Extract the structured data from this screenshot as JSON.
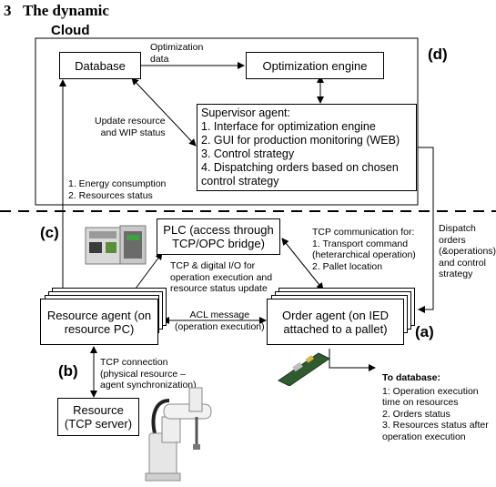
{
  "heading": "3   The dynamic",
  "cloud": {
    "title": "Cloud",
    "database": "Database",
    "optimization_engine": "Optimization engine",
    "optimization_data": "Optimization\ndata",
    "update_label": "Update resource\nand WIP status",
    "left_label": "1. Energy consumption\n2. Resources status",
    "supervisor": {
      "title": "Supervisor agent:",
      "items": [
        "1. Interface for optimization engine",
        "2. GUI for production monitoring (WEB)",
        "3. Control strategy",
        "4. Dispatching orders based on chosen control strategy"
      ]
    }
  },
  "dispatch_label": "Dispatch\norders\n(&operations)\nand control\nstrategy",
  "plc": "PLC (access through\nTCP/OPC bridge)",
  "tcp_comm_label": "TCP communication for:\n1. Transport command\n(heterarchical operation)\n2. Pallet location",
  "tcp_io_label": "TCP & digital I/O for\noperation execution and\nresource status update",
  "resource_agent": "Resource agent (on\nresource PC)",
  "order_agent": "Order agent (on IED\nattached to a pallet)",
  "acl_label": "ACL message\n(operation execution)",
  "tcp_conn_label": "TCP connection\n(physical resource –\nagent synchronization)",
  "resource": "Resource\n(TCP server)",
  "to_database": {
    "title": "To database:",
    "items": [
      "1: Operation execution\ntime on resources",
      "2. Orders status",
      "3. Resources status after\noperation execution"
    ]
  },
  "tags": {
    "a": "(a)",
    "b": "(b)",
    "c": "(c)",
    "d": "(d)"
  }
}
